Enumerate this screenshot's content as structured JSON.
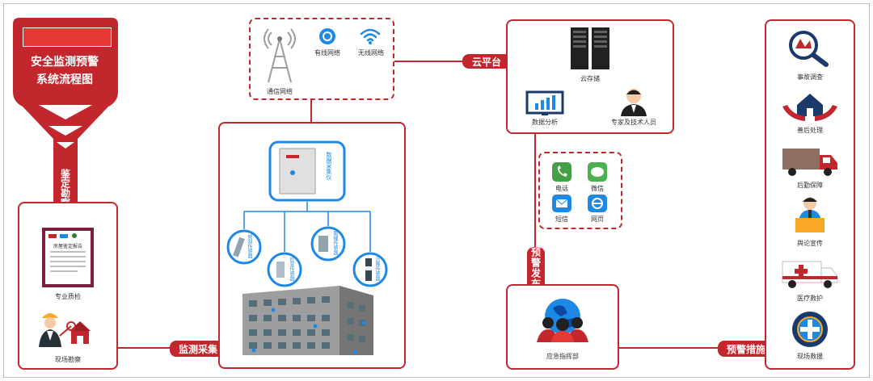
{
  "title": {
    "line1": "安全监测预警",
    "line2": "系统流程图"
  },
  "stages": {
    "survey": "鉴定勘察",
    "monitor": "监测采集",
    "cloud": "云平台",
    "release": "预警发布",
    "measures": "预警措施"
  },
  "survey_box": {
    "report_title": "房屋鉴定报告",
    "report_logos": "LOGO",
    "item1": "专业质检",
    "item2": "现场勘察"
  },
  "network": {
    "item1": "有线网络",
    "item2": "无线网络",
    "item3": "通信网络"
  },
  "collector": {
    "device_label": "数据采集仪",
    "sensor1": "倾斜传感器",
    "sensor2": "应变传感器",
    "sensor3": "裂缝传感器",
    "sensor4": "沉降传感器"
  },
  "cloud_box": {
    "item1": "云存储",
    "item2": "数据分析",
    "item3": "专家及技术人员"
  },
  "channels": {
    "item1": "电话",
    "item2": "微信",
    "item3": "短信",
    "item4": "网页"
  },
  "command": {
    "label": "应急指挥部"
  },
  "measures": {
    "item1": "事故调查",
    "item2": "善后处理",
    "item3": "后勤保障",
    "item4": "舆论宣传",
    "item5": "医疗救护",
    "item6": "现场救援"
  },
  "colors": {
    "accent": "#c1272d",
    "blue": "#1e88e5",
    "dark_blue": "#1a3a6b"
  }
}
